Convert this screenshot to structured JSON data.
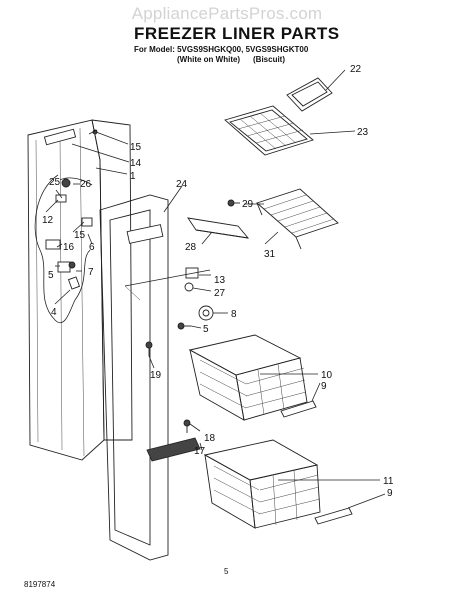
{
  "watermark": "AppliancePartsPros.com",
  "header": {
    "title": "FREEZER LINER PARTS",
    "model_line": "For Model: 5VGS9SHGKQ00, 5VGS9SHGKT00",
    "variant_white": "(White on White)",
    "variant_biscuit": "(Biscuit)"
  },
  "callouts": {
    "c22": "22",
    "c23": "23",
    "c15a": "15",
    "c14": "14",
    "c1": "1",
    "c24": "24",
    "c29": "29",
    "c28": "28",
    "c31": "31",
    "c25": "25",
    "c26": "26",
    "c12": "12",
    "c15b": "15",
    "c16": "16",
    "c6": "6",
    "c5a": "5",
    "c7": "7",
    "c4": "4",
    "c13": "13",
    "c27": "27",
    "c8": "8",
    "c5b": "5",
    "c19": "19",
    "c10": "10",
    "c9a": "9",
    "c18": "18",
    "c17": "17",
    "c11": "11",
    "c9b": "9"
  },
  "footer": {
    "doc_number": "8197874",
    "page_number": "5"
  }
}
